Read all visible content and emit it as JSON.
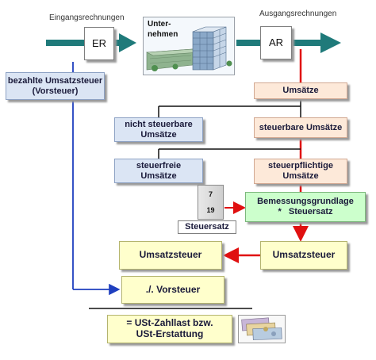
{
  "labels": {
    "eingang": "Eingangsrechnungen",
    "ausgang": "Ausgangsrechnungen"
  },
  "nodes": {
    "er": "ER",
    "ar": "AR",
    "unternehmen_1": "Unter-",
    "unternehmen_2": "nehmen",
    "bezahlte_1": "bezahlte Umsatzsteuer",
    "bezahlte_2": "(Vorsteuer)",
    "umsaetze": "Umsätze",
    "nicht_steuerbar_1": "nicht steuerbare",
    "nicht_steuerbar_2": "Umsätze",
    "steuerbar": "steuerbare Umsätze",
    "steuerfrei_1": "steuerfreie",
    "steuerfrei_2": "Umsätze",
    "steuerpflichtig_1": "steuerpflichtige",
    "steuerpflichtig_2": "Umsätze",
    "rate_1": "7",
    "rate_2": "19",
    "steuersatz": "Steuersatz",
    "bemessung_1": "Bemessungsgrundlage",
    "bemessung_2": "*   Steuersatz",
    "umsatzsteuer_right": "Umsatzsteuer",
    "umsatzsteuer_left": "Umsatzsteuer",
    "vorsteuer": "./. Vorsteuer",
    "zahllast_1": "= USt-Zahllast bzw.",
    "zahllast_2": "USt-Erstattung"
  },
  "colors": {
    "teal_arrow": "#1f7a7a",
    "red_arrow": "#e01010",
    "blue_line": "#1f3fbf"
  },
  "icons": [
    "building-icon",
    "banknotes-icon"
  ]
}
